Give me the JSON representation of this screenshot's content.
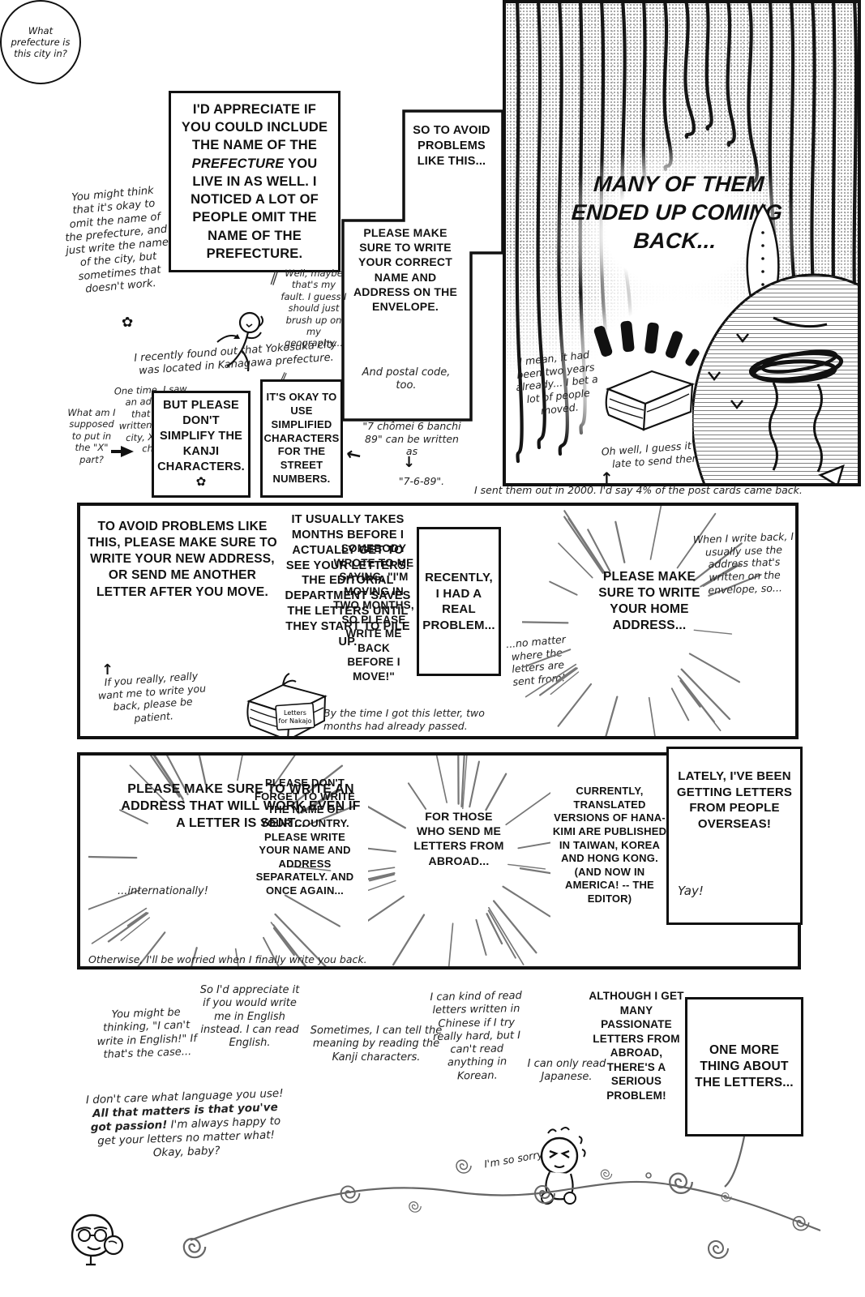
{
  "colors": {
    "ink": "#111111",
    "paper": "#ffffff"
  },
  "icons": {
    "flower": "✿",
    "arrow_up": "↑",
    "arrow_left": "←",
    "arrow_down": "↓",
    "parallel_marks": "∥",
    "dots": "⋮"
  },
  "top": {
    "note_you_might_think": "You might think that it's okay to omit the name of the prefecture, and just write the name of the city, but sometimes that doesn't work.",
    "box_appreciate": {
      "pre": "I'D APPRECIATE IF YOU COULD INCLUDE THE NAME OF THE ",
      "em": "PREFECTURE",
      "post": " YOU LIVE IN AS WELL. I NOTICED A LOT OF PEOPLE OMIT THE NAME OF THE PREFECTURE."
    },
    "bubble_prefecture": "What prefecture is this city in?",
    "note_my_fault": "Well, maybe that's my fault. I guess I should just brush up on my geography...",
    "note_yokosuka": "I recently found out that Yokosuka city was located in Kanagawa prefecture.",
    "note_what_am_i": "What am I supposed to put in the \"X\" part?",
    "note_address_x": "One time, I saw an address that was written as, \"X-city, X-saki-cho\"",
    "box_dont_simplify": "BUT PLEASE DON'T SIMPLIFY THE KANJI CHARACTERS.",
    "box_so_to_avoid": "SO TO AVOID PROBLEMS LIKE THIS...",
    "box_correct_name": "PLEASE MAKE SURE TO WRITE YOUR CORRECT NAME AND ADDRESS ON THE ENVELOPE.",
    "note_postal_code": "And postal code, too.",
    "box_simplified_ok": "IT'S OKAY TO USE SIMPLIFIED CHARACTERS FOR THE STREET NUMBERS.",
    "note_chomei": "\"7 chômei 6 banchi 89\" can be written as",
    "note_chomei_result": "\"7-6-89\"."
  },
  "panel1": {
    "title": "MANY OF THEM ENDED UP COMING BACK...",
    "note_two_years": "I mean, it had been two years already... I bet a lot of people moved.",
    "note_too_late": "Oh well, I guess it was too late to send them out.",
    "caption": "I sent them out in 2000. I'd say 4% of the post cards came back."
  },
  "panel2": {
    "box_new_address": "TO AVOID PROBLEMS LIKE THIS, PLEASE MAKE SURE TO WRITE YOUR NEW ADDRESS, OR SEND ME ANOTHER LETTER AFTER YOU MOVE.",
    "note_patient": "If you really, really want me to write you back, please be patient.",
    "box_it_usually_takes": "IT USUALLY TAKES MONTHS BEFORE I ACTUALLY GET TO SEE YOUR LETTERS. THE EDITORIAL DEPARTMENT SAVES THE LETTERS UNTIL THEY START TO PILE UP.",
    "letters_tag_line1": "Letters",
    "letters_tag_line2": "for Nakajo",
    "note_two_months": "By the time I got this letter, two months had already passed.",
    "box_somebody": "SOMEBODY WROTE TO ME SAYING, \"I'M MOVING IN TWO MONTHS, SO PLEASE WRITE ME BACK BEFORE I MOVE!\"",
    "box_recently": "RECENTLY, I HAD A REAL PROBLEM...",
    "note_no_matter": "...no matter where the letters are sent from!",
    "burst_home_address": "PLEASE MAKE SURE TO WRITE YOUR HOME ADDRESS...",
    "note_when_i_write": "When I write back, I usually use the address that's written on the envelope, so..."
  },
  "panel3": {
    "burst_address_work": "PLEASE MAKE SURE TO WRITE AN ADDRESS THAT WILL WORK EVEN IF A LETTER IS SENT...",
    "note_internationally": "...internationally!",
    "box_country": "PLEASE DON'T FORGET TO WRITE THE NAME OF YOUR COUNTRY. PLEASE WRITE YOUR NAME AND ADDRESS SEPARATELY. AND ONCE AGAIN...",
    "burst_abroad": "FOR THOSE WHO SEND ME LETTERS FROM ABROAD...",
    "box_hanakimi": "CURRENTLY, TRANSLATED VERSIONS OF HANA-KIMI ARE PUBLISHED IN TAIWAN, KOREA AND HONG KONG. (AND NOW IN AMERICA! -- THE EDITOR)",
    "caption": "Otherwise, I'll be worried when I finally write you back.",
    "box_overseas": "LATELY, I'VE BEEN GETTING LETTERS FROM PEOPLE OVERSEAS!",
    "note_yay": "Yay!"
  },
  "bottom": {
    "note_cant_write": "You might be thinking, \"I can't write in English!\" If that's the case...",
    "note_write_english": "So I'd appreciate it if you would write me in English instead. I can read English.",
    "note_kanji": "Sometimes, I can tell the meaning by reading the Kanji characters.",
    "note_chinese": "I can kind of read letters written in Chinese if I try really hard, but I can't read anything in Korean.",
    "note_japanese": "I can only read Japanese.",
    "box_although": "ALTHOUGH I GET MANY PASSIONATE LETTERS FROM ABROAD, THERE'S A SERIOUS PROBLEM!",
    "box_one_more": "ONE MORE THING ABOUT THE LETTERS...",
    "passion": {
      "pre": "I don't care what language you use! ",
      "bold": "All that matters is that you've got passion!",
      "post": " I'm always happy to get your letters no matter what! Okay, baby?"
    },
    "note_sorry": "I'm so sorry."
  }
}
